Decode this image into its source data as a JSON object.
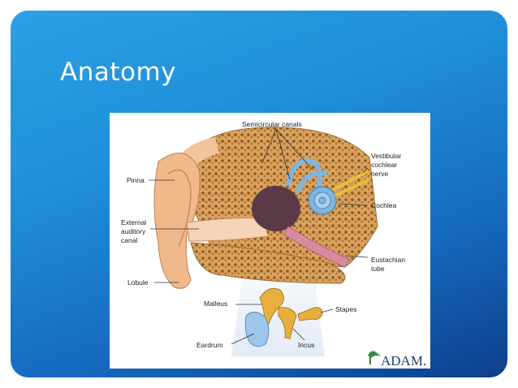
{
  "slide": {
    "title": "Anatomy"
  },
  "diagram": {
    "labels": {
      "semicircular_canals": "Semicircular canals",
      "vestibular_nerve_1": "Vestibular",
      "vestibular_nerve_2": "cochlear",
      "vestibular_nerve_3": "nerve",
      "pinna": "Pinna",
      "cochlea": "Cochlea",
      "external_canal_1": "External",
      "external_canal_2": "auditory",
      "external_canal_3": "canal",
      "eustachian_1": "Eustachian",
      "eustachian_2": "tube",
      "lobule": "Lobule",
      "malleus": "Malleus",
      "stapes": "Stapes",
      "eardrum": "Eardrum",
      "incus": "Incus"
    },
    "logo": "ADAM."
  },
  "colors": {
    "background_top": "#2aa0e6",
    "background_bottom": "#0d3f8a",
    "skin": "#f3c39a",
    "bone": "#e6b15a",
    "cochlea_blue": "#7fb6df"
  }
}
